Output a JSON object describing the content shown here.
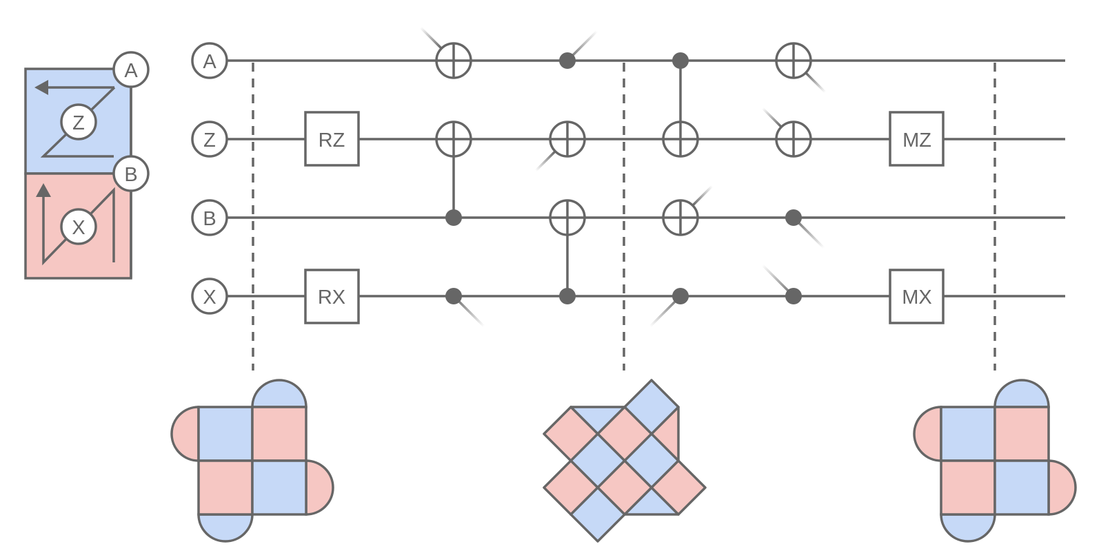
{
  "colors": {
    "stroke": "#666666",
    "blue": "#c6d9f7",
    "red": "#f6c7c3",
    "background": "#ffffff"
  },
  "legend": {
    "node_a": "A",
    "node_z": "Z",
    "node_b": "B",
    "node_x": "X"
  },
  "circuit": {
    "qubits": [
      "A",
      "Z",
      "B",
      "X"
    ],
    "gates": {
      "rz": "RZ",
      "rx": "RX",
      "mz": "MZ",
      "mx": "MX"
    }
  }
}
